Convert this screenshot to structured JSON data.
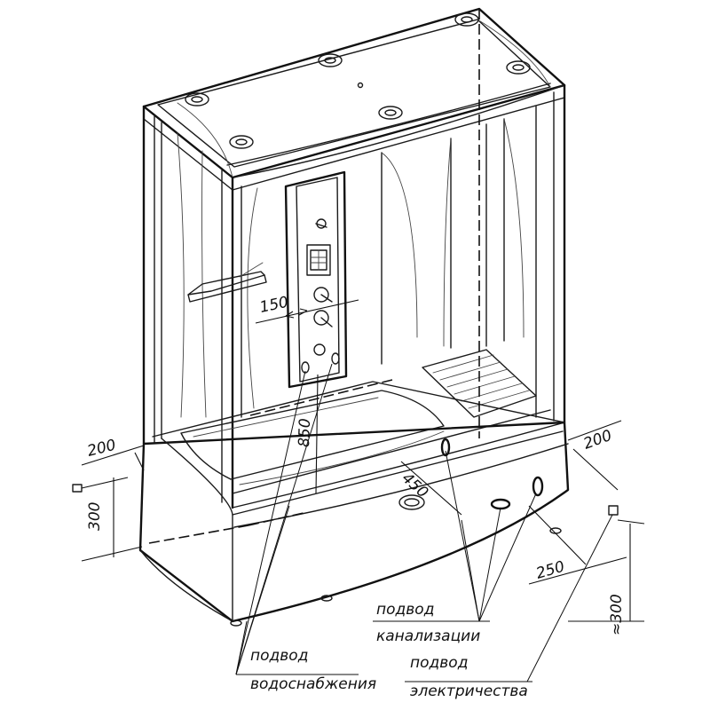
{
  "dimensions": {
    "panel_width": "150",
    "tray_height": "850",
    "left_offset": "200",
    "right_offset": "200",
    "left_height": "300",
    "drain_depth": "450",
    "socket_offset": "250",
    "socket_height": "≈300"
  },
  "labels": {
    "water_supply_line1": "подвод",
    "water_supply_line2": "водоснабжения",
    "sewer_line1": "подвод",
    "sewer_line2": "канализации",
    "power_line1": "подвод",
    "power_line2": "электричества"
  },
  "colors": {
    "line": "#111111",
    "background": "#ffffff"
  }
}
